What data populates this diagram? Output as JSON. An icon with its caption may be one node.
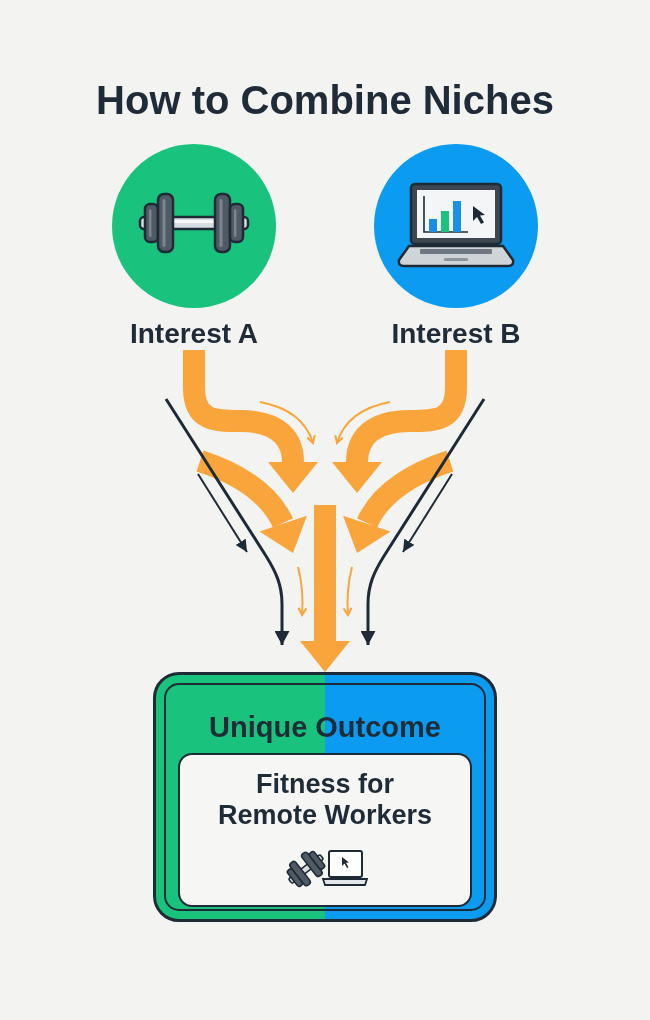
{
  "diagram": {
    "title": "How to Combine Niches",
    "nodes": [
      {
        "text": [
          "Interest A"
        ]
      },
      {
        "text": [
          "Interest B"
        ]
      },
      {
        "text": [
          "Unique Outcome"
        ]
      },
      {
        "text": [
          "Fitness for Remote Workers"
        ],
        "in": 2
      }
    ],
    "edges": [
      {
        "from": 0,
        "to": null,
        "arrow": "to"
      },
      {
        "from": 1,
        "to": null,
        "arrow": "to"
      },
      {
        "from": null,
        "to": 2,
        "arrow": "to"
      }
    ]
  }
}
